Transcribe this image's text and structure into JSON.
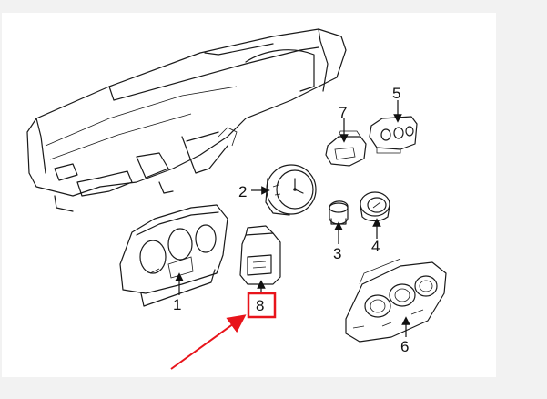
{
  "diagram": {
    "callouts": [
      {
        "id": "1",
        "label": "1"
      },
      {
        "id": "2",
        "label": "2"
      },
      {
        "id": "3",
        "label": "3"
      },
      {
        "id": "4",
        "label": "4"
      },
      {
        "id": "5",
        "label": "5"
      },
      {
        "id": "6",
        "label": "6"
      },
      {
        "id": "7",
        "label": "7"
      },
      {
        "id": "8",
        "label": "8"
      }
    ],
    "highlight_color": "#e8141b",
    "arrow_color": "#e8141b"
  }
}
